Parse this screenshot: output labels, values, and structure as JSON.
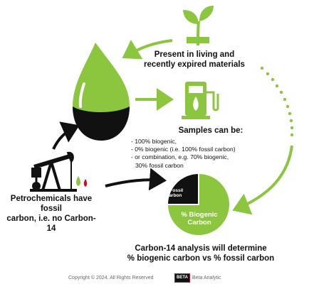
{
  "labels": {
    "present": [
      "Present in living and",
      "recently expired materials"
    ],
    "samples_title": "Samples can be:",
    "samples_items": [
      "- 100% biogenic,",
      "- 0% biogenic (i.e. 100% fossil carbon)",
      "- or combination, e.g. 70% biogenic,",
      "30% fossil carbon"
    ],
    "petro": [
      "Petrochemicals have fossil",
      "carbon, i.e. no Carbon-14"
    ],
    "c14": [
      "Carbon-14 analysis will determine",
      "% biogenic carbon vs % fossil carbon"
    ]
  },
  "pie": {
    "fossil_label": [
      "% Fossil",
      "Carbon"
    ],
    "biogenic_label": [
      "% Biogenic",
      "Carbon"
    ],
    "fossil_fraction": 0.25
  },
  "footer": {
    "copyright": "Copyright © 2024. All Rights Reserved",
    "logo": "BETA",
    "brand": "Beta Analytic"
  },
  "colors": {
    "green": "#8cc63f",
    "black": "#111111",
    "logo_red": "#c8102e"
  },
  "icons": [
    "plant-sprout-icon",
    "oil-drop-icon",
    "fuel-pump-icon",
    "oil-pumpjack-icon",
    "pie-chart-icon"
  ]
}
